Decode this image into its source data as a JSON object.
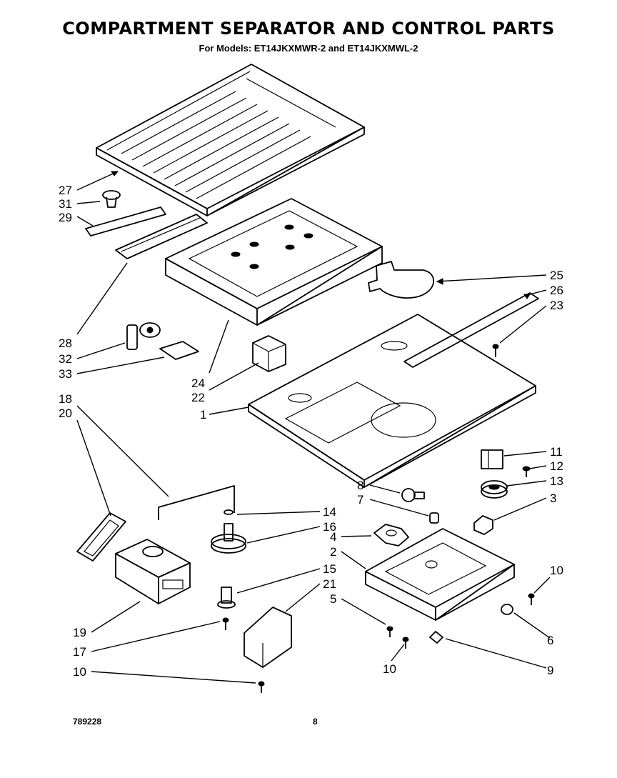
{
  "title": "COMPARTMENT SEPARATOR AND CONTROL PARTS",
  "subtitle": "For Models: ET14JKXMWR-2  and ET14JKXMWL-2",
  "footer": {
    "ref_number": "789228",
    "page_number": "8"
  },
  "callouts": {
    "c27": "27",
    "c31": "31",
    "c29": "29",
    "c28": "28",
    "c32": "32",
    "c33": "33",
    "c24": "24",
    "c22": "22",
    "c1": "1",
    "c25": "25",
    "c26": "26",
    "c23": "23",
    "c18": "18",
    "c20": "20",
    "c11": "11",
    "c12": "12",
    "c13": "13",
    "c8": "8",
    "c7": "7",
    "c3": "3",
    "c14": "14",
    "c16": "16",
    "c4": "4",
    "c2": "2",
    "c15": "15",
    "c21": "21",
    "c10a": "10",
    "c5": "5",
    "c6": "6",
    "c19": "19",
    "c17": "17",
    "c10b": "10",
    "c10c": "10",
    "c9": "9"
  }
}
